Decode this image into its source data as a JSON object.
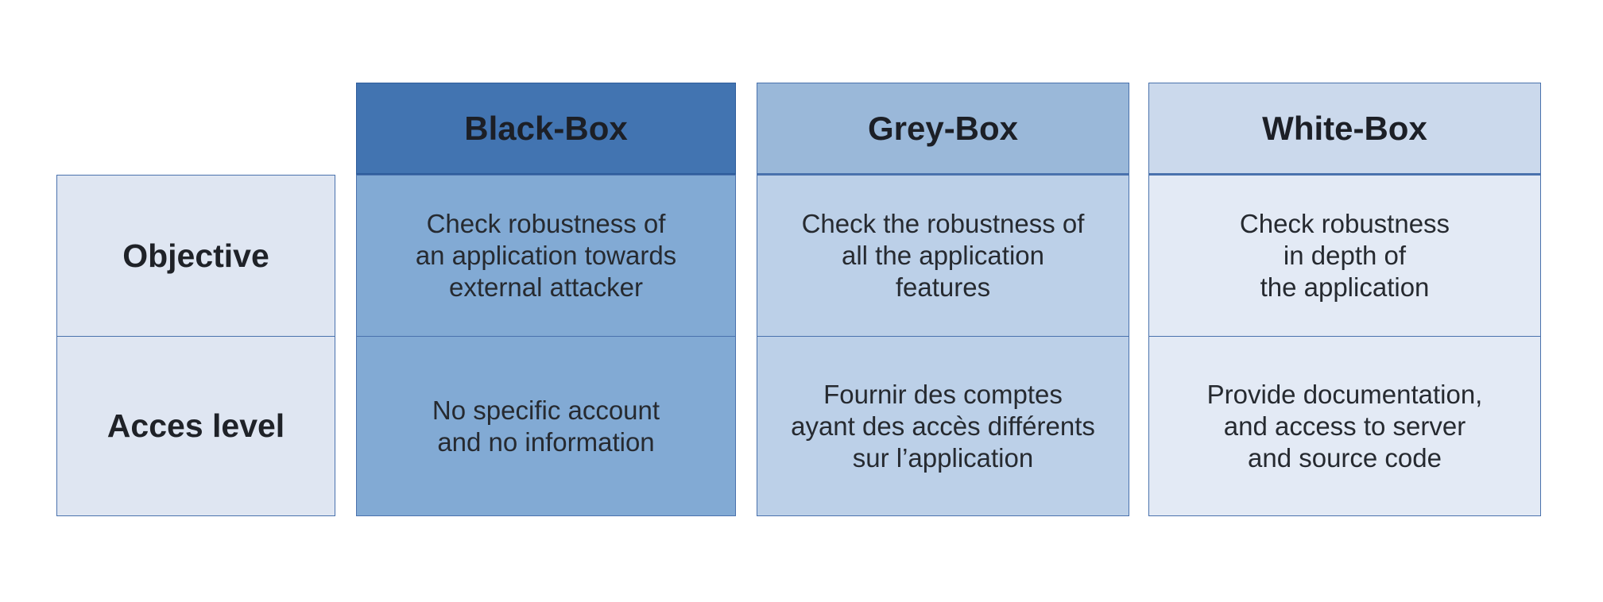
{
  "columns": [
    {
      "id": "black-box",
      "label": "Black-Box"
    },
    {
      "id": "grey-box",
      "label": "Grey-Box"
    },
    {
      "id": "white-box",
      "label": "White-Box"
    }
  ],
  "rows": [
    {
      "label": "Objective",
      "cells": [
        "Check robustness of\nan application towards\nexternal attacker",
        "Check the robustness of\nall the application\nfeatures",
        "Check robustness\nin depth of\nthe application"
      ]
    },
    {
      "label": "Acces level",
      "cells": [
        "No specific account\nand no information",
        "Fournir des comptes\nayant des accès différents\nsur l’application",
        "Provide documentation,\nand access to server\nand source code"
      ]
    }
  ],
  "colors": {
    "border": "#4a72ad",
    "black_box_header": "#4274b1",
    "black_box_body": "#82aad4",
    "grey_box_header": "#9ab8d9",
    "grey_box_body": "#bcd0e8",
    "white_box_header": "#cbd9ec",
    "white_box_body": "#e3eaf5",
    "row_label_bg": "#dfe6f2"
  }
}
